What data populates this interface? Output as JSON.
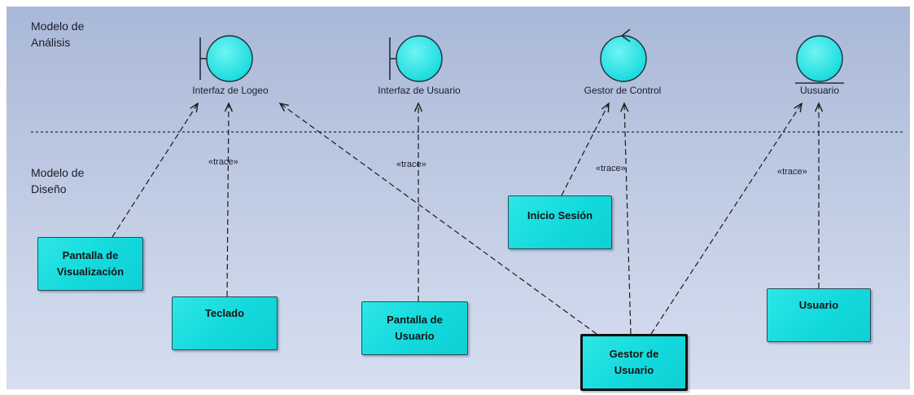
{
  "regions": {
    "analysis_line1": "Modelo de",
    "analysis_line2": "Análisis",
    "design_line1": "Modelo de",
    "design_line2": "Diseño"
  },
  "analysis_elements": [
    {
      "id": "interfaz-logeo",
      "kind": "boundary",
      "label": "Interfaz de Logeo"
    },
    {
      "id": "interfaz-usuario",
      "kind": "boundary",
      "label": "Interfaz de Usuario"
    },
    {
      "id": "gestor-control",
      "kind": "control",
      "label": "Gestor de Control"
    },
    {
      "id": "uusuario",
      "kind": "entity",
      "label": "Uusuario"
    }
  ],
  "design_classes": [
    {
      "id": "pantalla-visualizacion",
      "label": "Pantalla de\nVisualización"
    },
    {
      "id": "teclado",
      "label": "Teclado"
    },
    {
      "id": "pantalla-usuario",
      "label": "Pantalla de\nUsuario"
    },
    {
      "id": "inicio-sesion",
      "label": "Inicio Sesión"
    },
    {
      "id": "gestor-usuario",
      "label": "Gestor de\nUsuario",
      "selected": true
    },
    {
      "id": "usuario",
      "label": "Usuario"
    }
  ],
  "trace_stereotype": "«trace»",
  "dependencies": [
    {
      "from": "pantalla-visualizacion",
      "to": "interfaz-logeo"
    },
    {
      "from": "teclado",
      "to": "interfaz-logeo"
    },
    {
      "from": "gestor-usuario",
      "to": "interfaz-logeo"
    },
    {
      "from": "pantalla-usuario",
      "to": "interfaz-usuario"
    },
    {
      "from": "inicio-sesion",
      "to": "gestor-control"
    },
    {
      "from": "gestor-usuario",
      "to": "gestor-control"
    },
    {
      "from": "gestor-usuario",
      "to": "uusuario"
    },
    {
      "from": "usuario",
      "to": "uusuario"
    }
  ],
  "colors": {
    "element_fill": "#13d9dc",
    "line": "#1a1a1a"
  }
}
